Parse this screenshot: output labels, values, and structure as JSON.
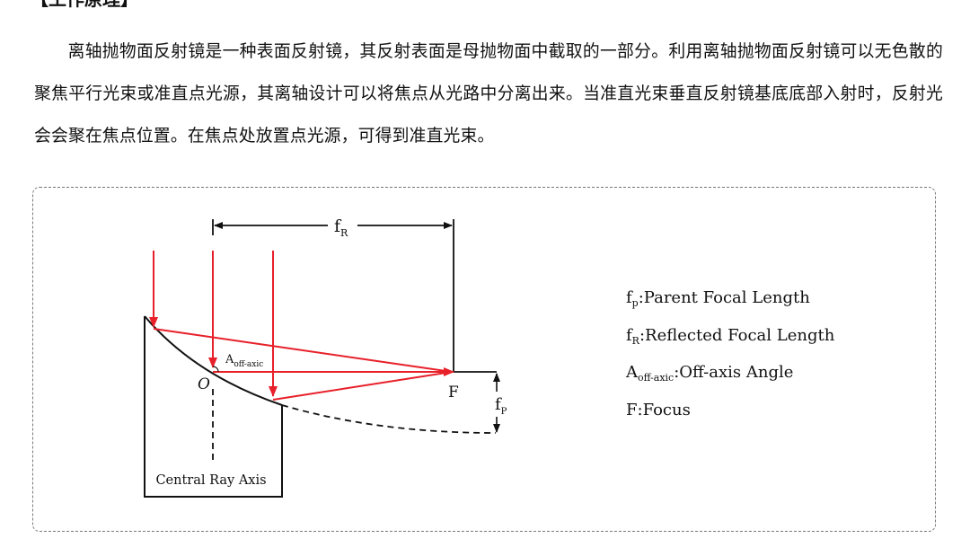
{
  "section_heading": "【工作原理】",
  "paragraph": "离轴抛物面反射镜是一种表面反射镜，其反射表面是母抛物面中截取的一部分。利用离轴抛物面反射镜可以无色散的聚焦平行光束或准直点光源，其离轴设计可以将焦点从光路中分离出来。当准直光束垂直反射镜基底底部入射时，反射光会会聚在焦点位置。在焦点处放置点光源，可得到准直光束。",
  "diagram": {
    "fR_main": "f",
    "fR_sub": "R",
    "fP_main": "f",
    "fP_sub": "P",
    "angle_main": "A",
    "angle_sub": "off-axic",
    "origin_label": "O",
    "focus_label": "F",
    "axis_label": "Central Ray Axis",
    "ray_color": "#e8202a"
  },
  "legend": [
    {
      "sym": "f",
      "sub": "p",
      "text": ":Parent Focal Length"
    },
    {
      "sym": "f",
      "sub": "R",
      "text": ":Reflected Focal Length"
    },
    {
      "sym": "A",
      "sub": "off-axic",
      "text": ":Off-axis Angle"
    },
    {
      "sym": "F",
      "sub": "",
      "text": ":Focus"
    }
  ]
}
